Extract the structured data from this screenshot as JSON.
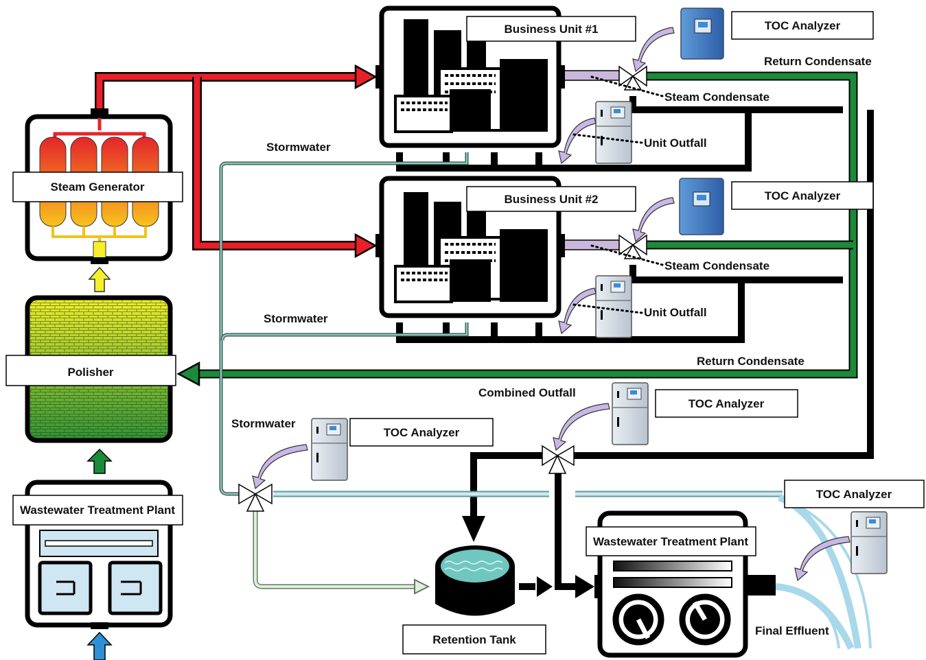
{
  "labels": {
    "business_unit_1": "Business Unit #1",
    "business_unit_2": "Business Unit #2",
    "toc_analyzer": "TOC Analyzer",
    "return_condensate": "Return Condensate",
    "steam_condensate": "Steam Condensate",
    "unit_outfall": "Unit Outfall",
    "stormwater": "Stormwater",
    "steam_generator": "Steam Generator",
    "polisher": "Polisher",
    "wastewater_treatment_plant": "Wastewater Treatment Plant",
    "combined_outfall": "Combined Outfall",
    "retention_tank": "Retention Tank",
    "final_effluent": "Final Effluent"
  },
  "colors": {
    "steam": "#e8202a",
    "return_condensate": "#1b8a3a",
    "stormwater": "#5d9b96",
    "outfall": "#000000",
    "condensate_line": "#c9b8dc",
    "effluent": "#a9d8ea",
    "polisher_top": "#f4ec2a",
    "polisher_bottom": "#2f9a3a"
  }
}
